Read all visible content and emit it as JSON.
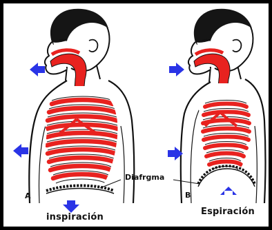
{
  "panels": [
    {
      "letter": "A",
      "caption": "inspiración"
    },
    {
      "letter": "B",
      "caption": "Espiración"
    }
  ],
  "diaphragm_label": "Diafrgma",
  "colors": {
    "frame": "#000000",
    "airway": "#e8221f",
    "arrow": "#2a34e6",
    "outline": "#111111",
    "hair": "#151515"
  }
}
